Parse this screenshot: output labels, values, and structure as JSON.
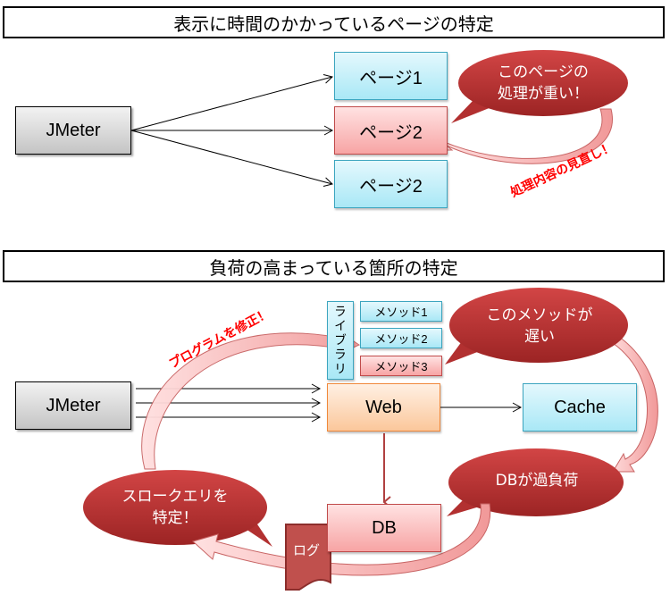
{
  "section1": {
    "title": "表示に時間のかかっているページの特定",
    "client": "JMeter",
    "pages": [
      {
        "label": "ページ1",
        "status": "normal"
      },
      {
        "label": "ページ2",
        "status": "slow"
      },
      {
        "label": "ページ2",
        "status": "normal"
      }
    ],
    "callout": {
      "line1": "このページの",
      "line2": "処理が重い！"
    },
    "action_label": "処理内容の見直し！"
  },
  "section2": {
    "title": "負荷の高まっている箇所の特定",
    "client": "JMeter",
    "library": "ライブラリ",
    "methods": [
      {
        "label": "メソッド1",
        "status": "normal"
      },
      {
        "label": "メソッド2",
        "status": "normal"
      },
      {
        "label": "メソッド3",
        "status": "slow"
      }
    ],
    "web": "Web",
    "cache": "Cache",
    "db": "DB",
    "log": "ログ",
    "callouts": {
      "method_slow": {
        "line1": "このメソッドが",
        "line2": "遅い"
      },
      "db_overload": {
        "line1": "DBが過負荷"
      },
      "slow_query": {
        "line1": "スロークエリを",
        "line2": "特定！"
      }
    },
    "action_label": "プログラムを修正！"
  },
  "colors": {
    "callout_red": "#b83232",
    "label_red": "#ff0000",
    "arrow_pink": "#f4a6a6",
    "blue_fill": "#bdeefa",
    "pink_fill": "#fcc4c4",
    "orange_fill": "#fdd9b8"
  }
}
